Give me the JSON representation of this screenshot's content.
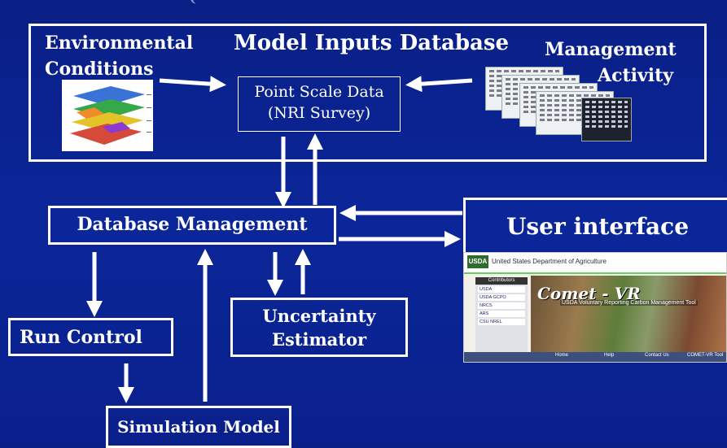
{
  "header": {
    "top_text": "("
  },
  "inputs_db": {
    "title": "Model Inputs Database",
    "env_label_line1": "Environmental",
    "env_label_line2": "Conditions",
    "mgmt_label_line1": "Management",
    "mgmt_label_line2": "Activity",
    "point_line1": "Point Scale Data",
    "point_line2": "(NRI Survey)"
  },
  "db_management": "Database Management",
  "user_interface": "User interface",
  "uncertainty": {
    "line1": "Uncertainty",
    "line2": "Estimator"
  },
  "run_control": "Run Control",
  "simulation_model": "Simulation Model",
  "usda_screenshot": {
    "logo": "USDA",
    "department": "United States Department of Agriculture",
    "sidebar_header": "Contributors",
    "sidebar_items": [
      "USDA",
      "USDA GCPO",
      "NRCS",
      "ARS",
      "CSU NREL"
    ],
    "title": "Comet - VR",
    "subtitle": "USDA Voluntary Reporting Carbon Management Tool",
    "nav": [
      "Home",
      "Help",
      "Contact Us",
      "COMET-VR Tool"
    ]
  },
  "colors": {
    "background": "#0b2699",
    "foreground": "#ffffff"
  }
}
